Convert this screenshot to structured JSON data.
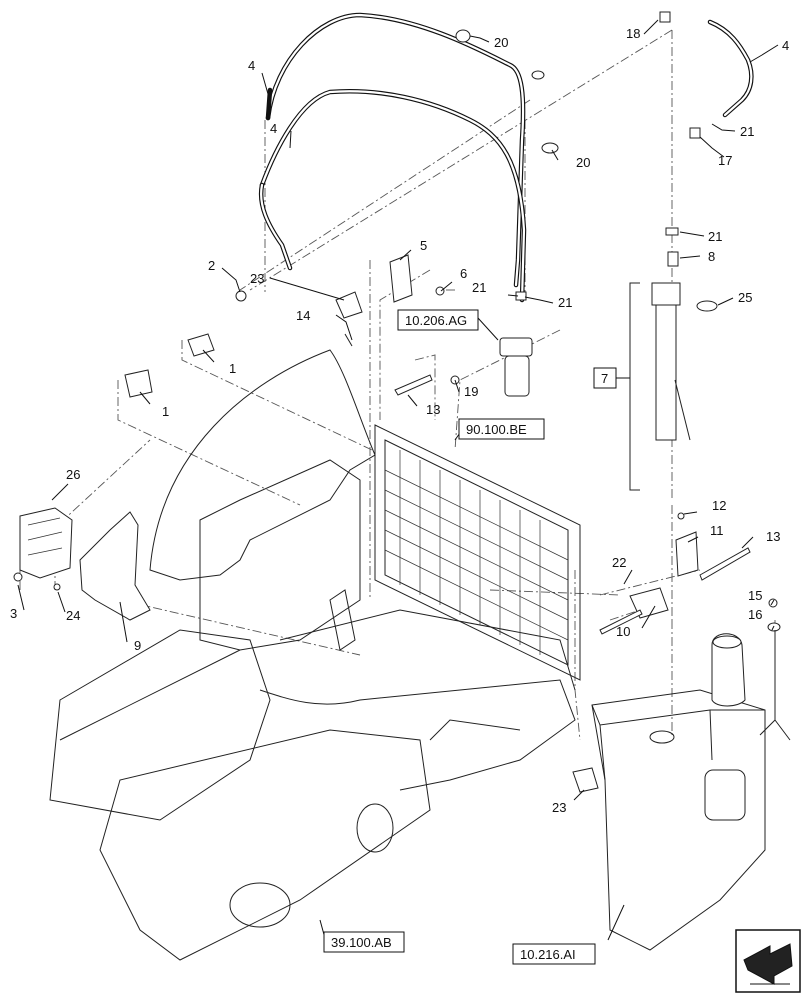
{
  "callouts": {
    "c1a": "1",
    "c1b": "1",
    "c2": "2",
    "c3": "3",
    "c4a": "4",
    "c4b": "4",
    "c4c": "4",
    "c5": "5",
    "c6": "6",
    "c7": "7",
    "c8": "8",
    "c9": "9",
    "c10": "10",
    "c11": "11",
    "c12": "12",
    "c13a": "13",
    "c13b": "13",
    "c14": "14",
    "c15": "15",
    "c16": "16",
    "c17": "17",
    "c18": "18",
    "c19": "19",
    "c20a": "20",
    "c20b": "20",
    "c21a": "21",
    "c21b": "21",
    "c21c": "21",
    "c21d": "21",
    "c22": "22",
    "c23a": "23",
    "c23b": "23",
    "c24": "24",
    "c25": "25",
    "c26": "26"
  },
  "references": {
    "r_10206AG": "10.206.AG",
    "r_90100BE": "90.100.BE",
    "r_39100AB": "39.100.AB",
    "r_10216AI": "10.216.AI"
  },
  "icons": {
    "nav": "next-page-arrow-icon"
  }
}
